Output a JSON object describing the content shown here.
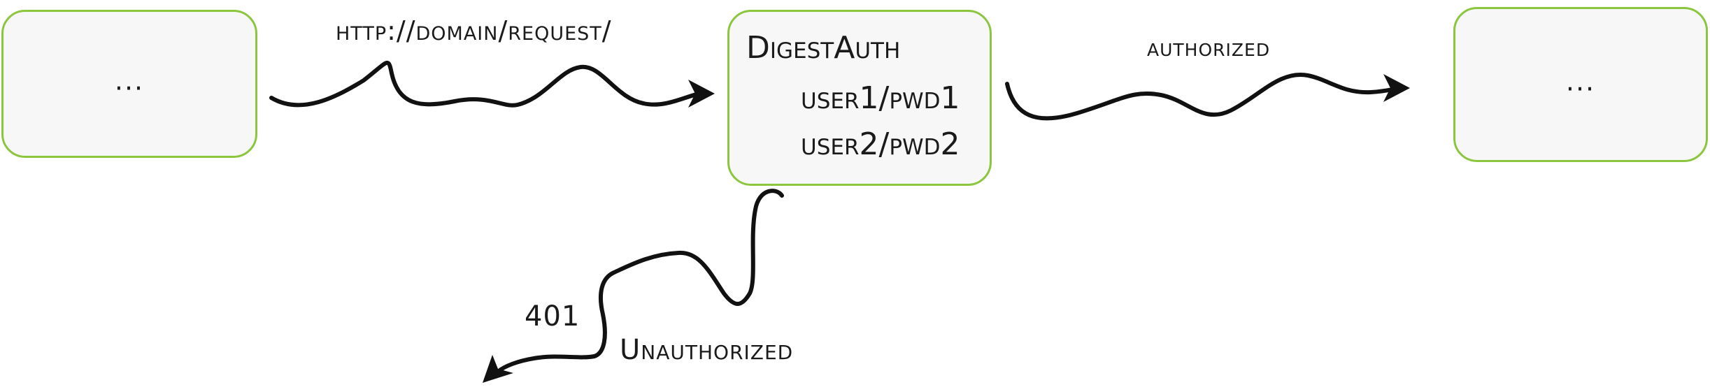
{
  "nodes": {
    "source": {
      "text": "..."
    },
    "digest_auth": {
      "title": "DigestAuth",
      "credentials": [
        "user1/pwd1",
        "user2/pwd2"
      ]
    },
    "target": {
      "text": "..."
    }
  },
  "edges": {
    "request": {
      "label": "http://domain/request/"
    },
    "authorized": {
      "label": "authorized"
    },
    "rejected": {
      "code": "401",
      "label": "Unauthorized"
    }
  },
  "colors": {
    "box_border": "#8cc63f",
    "box_fill": "#f7f7f7",
    "wire": "#111111"
  }
}
